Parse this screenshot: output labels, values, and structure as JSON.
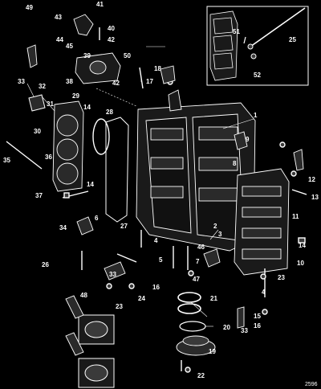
{
  "figure_number": "2596",
  "callouts": [
    "1",
    "2",
    "3",
    "4",
    "5",
    "6",
    "7",
    "8",
    "9",
    "10",
    "11",
    "12",
    "13",
    "14",
    "15",
    "16",
    "17",
    "18",
    "19",
    "20",
    "21",
    "22",
    "23",
    "24",
    "25",
    "26",
    "27",
    "28",
    "29",
    "30",
    "31",
    "32",
    "33",
    "34",
    "35",
    "36",
    "37",
    "38",
    "39",
    "40",
    "41",
    "42",
    "43",
    "44",
    "45",
    "46",
    "47",
    "48",
    "49",
    "50",
    "51",
    "52"
  ],
  "colors": {
    "background": "#000000",
    "linework": "#ffffff",
    "part_fill": "#1a1a1a",
    "part_shade": "#3a3a3a",
    "inset_border": "#ffffff"
  }
}
